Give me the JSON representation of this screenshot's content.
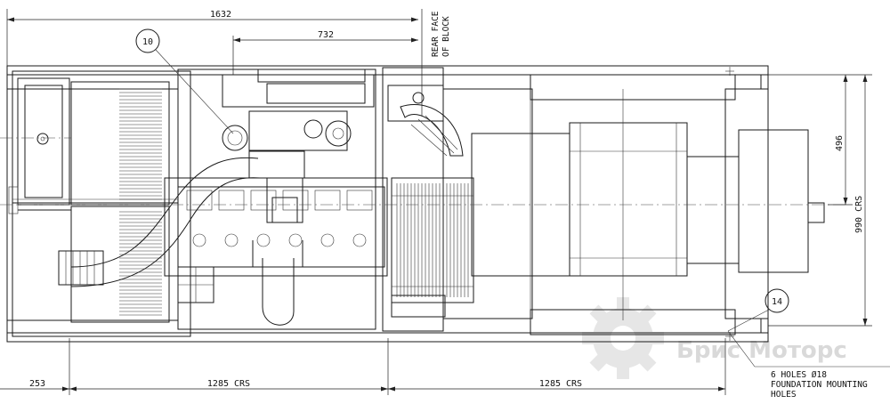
{
  "dimensions": {
    "overall_length": "1632",
    "block_to_flywheel": "732",
    "rear_face_line1": "REAR FACE",
    "rear_face_line2": "OF BLOCK",
    "half_width": "496",
    "mount_width": "990 CRS",
    "front_offset": "253",
    "mount_span_1": "1285 CRS",
    "mount_span_2": "1285 CRS"
  },
  "callouts": {
    "item_10": "10",
    "item_14": "14"
  },
  "notes": {
    "holes_line1": "6 HOLES Ø18",
    "holes_line2": "FOUNDATION MOUNTING",
    "holes_line3": "HOLES"
  },
  "watermark": {
    "text": "Брис Моторс",
    "color": "#d9d9d9"
  }
}
